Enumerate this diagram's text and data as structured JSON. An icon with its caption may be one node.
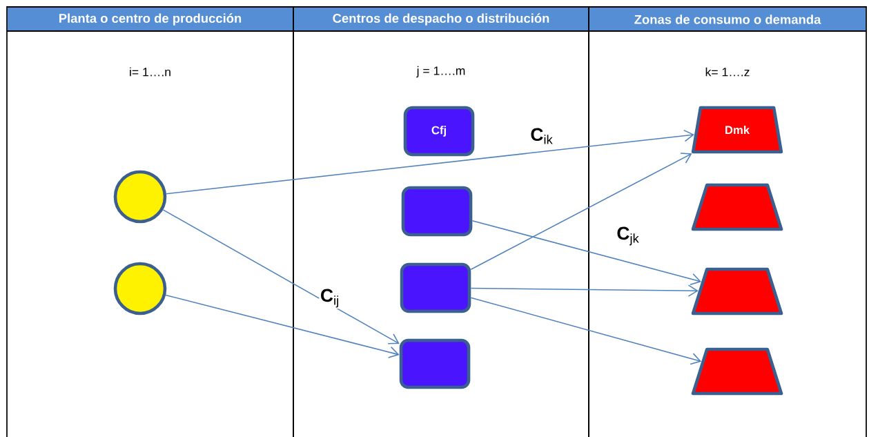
{
  "diagram": {
    "nodes": [
      {
        "text": [
          "Planta o centro de producción",
          "i= 1….n"
        ]
      },
      {
        "text": [
          "Centros de despacho o distribución",
          "j = 1….m"
        ]
      },
      {
        "text": [
          "Zonas de consumo o demanda",
          "k= 1….z"
        ]
      },
      {
        "text": [],
        "shape": "circle",
        "in": 0
      },
      {
        "text": [],
        "shape": "circle",
        "in": 0
      },
      {
        "text": [
          "Cfj"
        ],
        "in": 1
      },
      {
        "text": [],
        "shape": "box",
        "in": 1
      },
      {
        "text": [],
        "shape": "box",
        "in": 1
      },
      {
        "text": [],
        "shape": "box",
        "in": 1
      },
      {
        "text": [
          "Dmk"
        ],
        "in": 2
      },
      {
        "text": [],
        "shape": "trapezoid",
        "in": 2
      },
      {
        "text": [],
        "shape": "trapezoid",
        "in": 2
      },
      {
        "text": [],
        "shape": "trapezoid",
        "in": 2
      }
    ],
    "edges": [
      {
        "from": 3,
        "to": 9,
        "arrow": "to",
        "label": "**C**$_{ik}$"
      },
      {
        "from": 3,
        "to": 8,
        "arrow": "to",
        "label": "**C**$_{ij}$"
      },
      {
        "from": 4,
        "to": 8,
        "arrow": "to"
      },
      {
        "from": 7,
        "to": 9,
        "arrow": "to"
      },
      {
        "from": 6,
        "to": 11,
        "arrow": "to",
        "label": "**C**$_{jk}$"
      },
      {
        "from": 7,
        "to": 11,
        "arrow": "to"
      },
      {
        "from": 7,
        "to": 12,
        "arrow": "to"
      }
    ]
  }
}
